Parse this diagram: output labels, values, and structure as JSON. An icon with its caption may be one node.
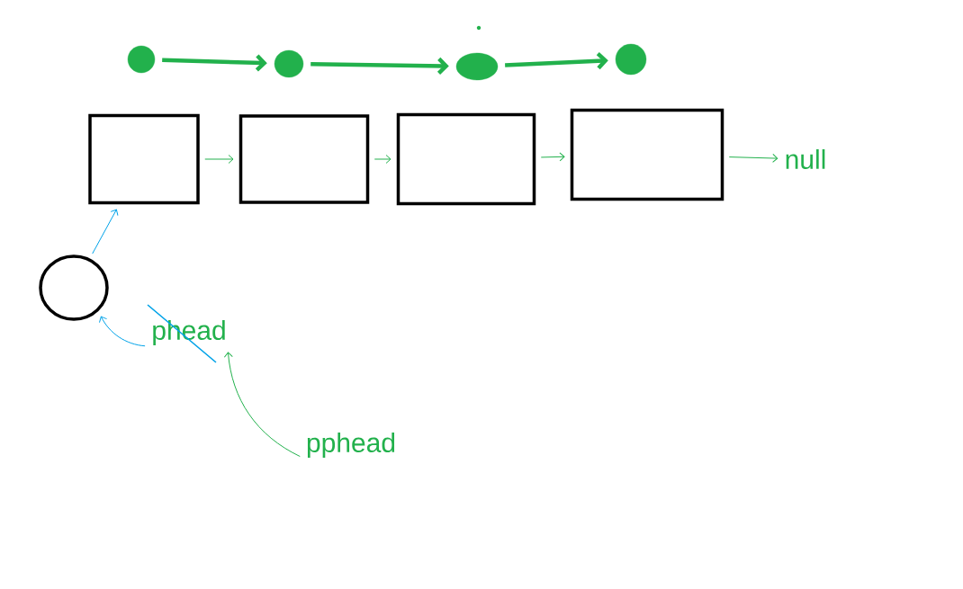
{
  "diagram": {
    "nodes": [
      {
        "text": [],
        "shape": "circle"
      },
      {
        "text": [],
        "shape": "circle"
      },
      {
        "text": [],
        "shape": "circle"
      },
      {
        "text": [],
        "shape": "circle"
      },
      {
        "text": [],
        "shape": "box"
      },
      {
        "text": [],
        "shape": "box"
      },
      {
        "text": [],
        "shape": "box"
      },
      {
        "text": [],
        "shape": "box"
      },
      {
        "text": [
          "null"
        ]
      },
      {
        "text": [],
        "shape": "circle"
      },
      {
        "text": [
          "phead"
        ]
      },
      {
        "text": [
          "pphead"
        ]
      }
    ],
    "edges": [
      {
        "from": 0,
        "to": 1,
        "arrow": "to",
        "style": "thick"
      },
      {
        "from": 1,
        "to": 2,
        "arrow": "to",
        "style": "thick"
      },
      {
        "from": 2,
        "to": 3,
        "arrow": "to",
        "style": "thick"
      },
      {
        "from": 4,
        "to": 5,
        "arrow": "to"
      },
      {
        "from": 5,
        "to": 6,
        "arrow": "to"
      },
      {
        "from": 6,
        "to": 7,
        "arrow": "to"
      },
      {
        "from": 7,
        "to": 8,
        "arrow": "to"
      },
      {
        "from": 9,
        "to": 4,
        "arrow": "to",
        "color": "#00a2e8"
      },
      {
        "from": 10,
        "to": 9,
        "arrow": "to",
        "color": "#00a2e8"
      },
      {
        "from": 11,
        "to": 10,
        "arrow": "to"
      }
    ]
  }
}
